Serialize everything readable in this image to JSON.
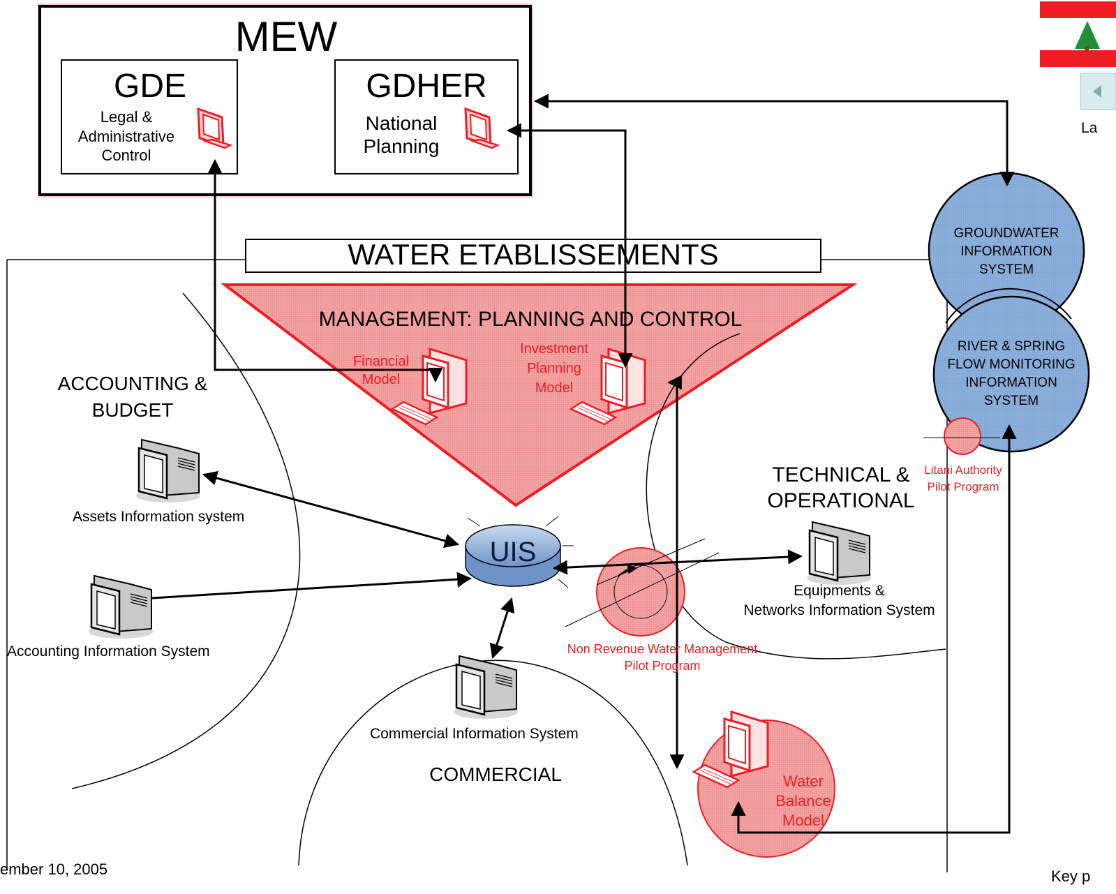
{
  "mew": {
    "title": "MEW",
    "gde": {
      "title": "GDE",
      "label": "Legal &\nAdministrative\nControl"
    },
    "gdher": {
      "title": "GDHER",
      "label": "National\nPlanning"
    }
  },
  "establishments": {
    "title": "WATER ETABLISSEMENTS"
  },
  "management": {
    "title": "MANAGEMENT: PLANNING AND CONTROL",
    "financial_model": "Financial\nModel",
    "investment_model": "Investment\nPlanning\nModel"
  },
  "sectors": {
    "accounting": "ACCOUNTING &\nBUDGET",
    "technical": "TECHNICAL &\nOPERATIONAL",
    "commercial": "COMMERCIAL"
  },
  "systems": {
    "assets": "Assets Information system",
    "accounting": "Accounting Information System",
    "commercial": "Commercial Information System",
    "equipments": "Equipments &\nNetworks Information System"
  },
  "uis": {
    "label": "UIS"
  },
  "groundwater": {
    "label": "GROUNDWATER\nINFORMATION\nSYSTEM"
  },
  "river": {
    "label": "RIVER & SPRING\nFLOW MONITORING\nINFORMATION\nSYSTEM"
  },
  "pilots": {
    "litani": "Litani Authority\nPilot Program",
    "nrw": "Non Revenue Water Management\nPilot Program",
    "water_balance": "Water\nBalance\nModel"
  },
  "footer": {
    "date": "ember 10, 2005",
    "right_partial": "Key p"
  },
  "right_fragment": {
    "label": "La"
  },
  "colors": {
    "red": "#ee1c24",
    "pink_fill": "#f6a9a9",
    "blue_fill": "#8fb2dc",
    "uis_fill": "#a9c3e6"
  }
}
